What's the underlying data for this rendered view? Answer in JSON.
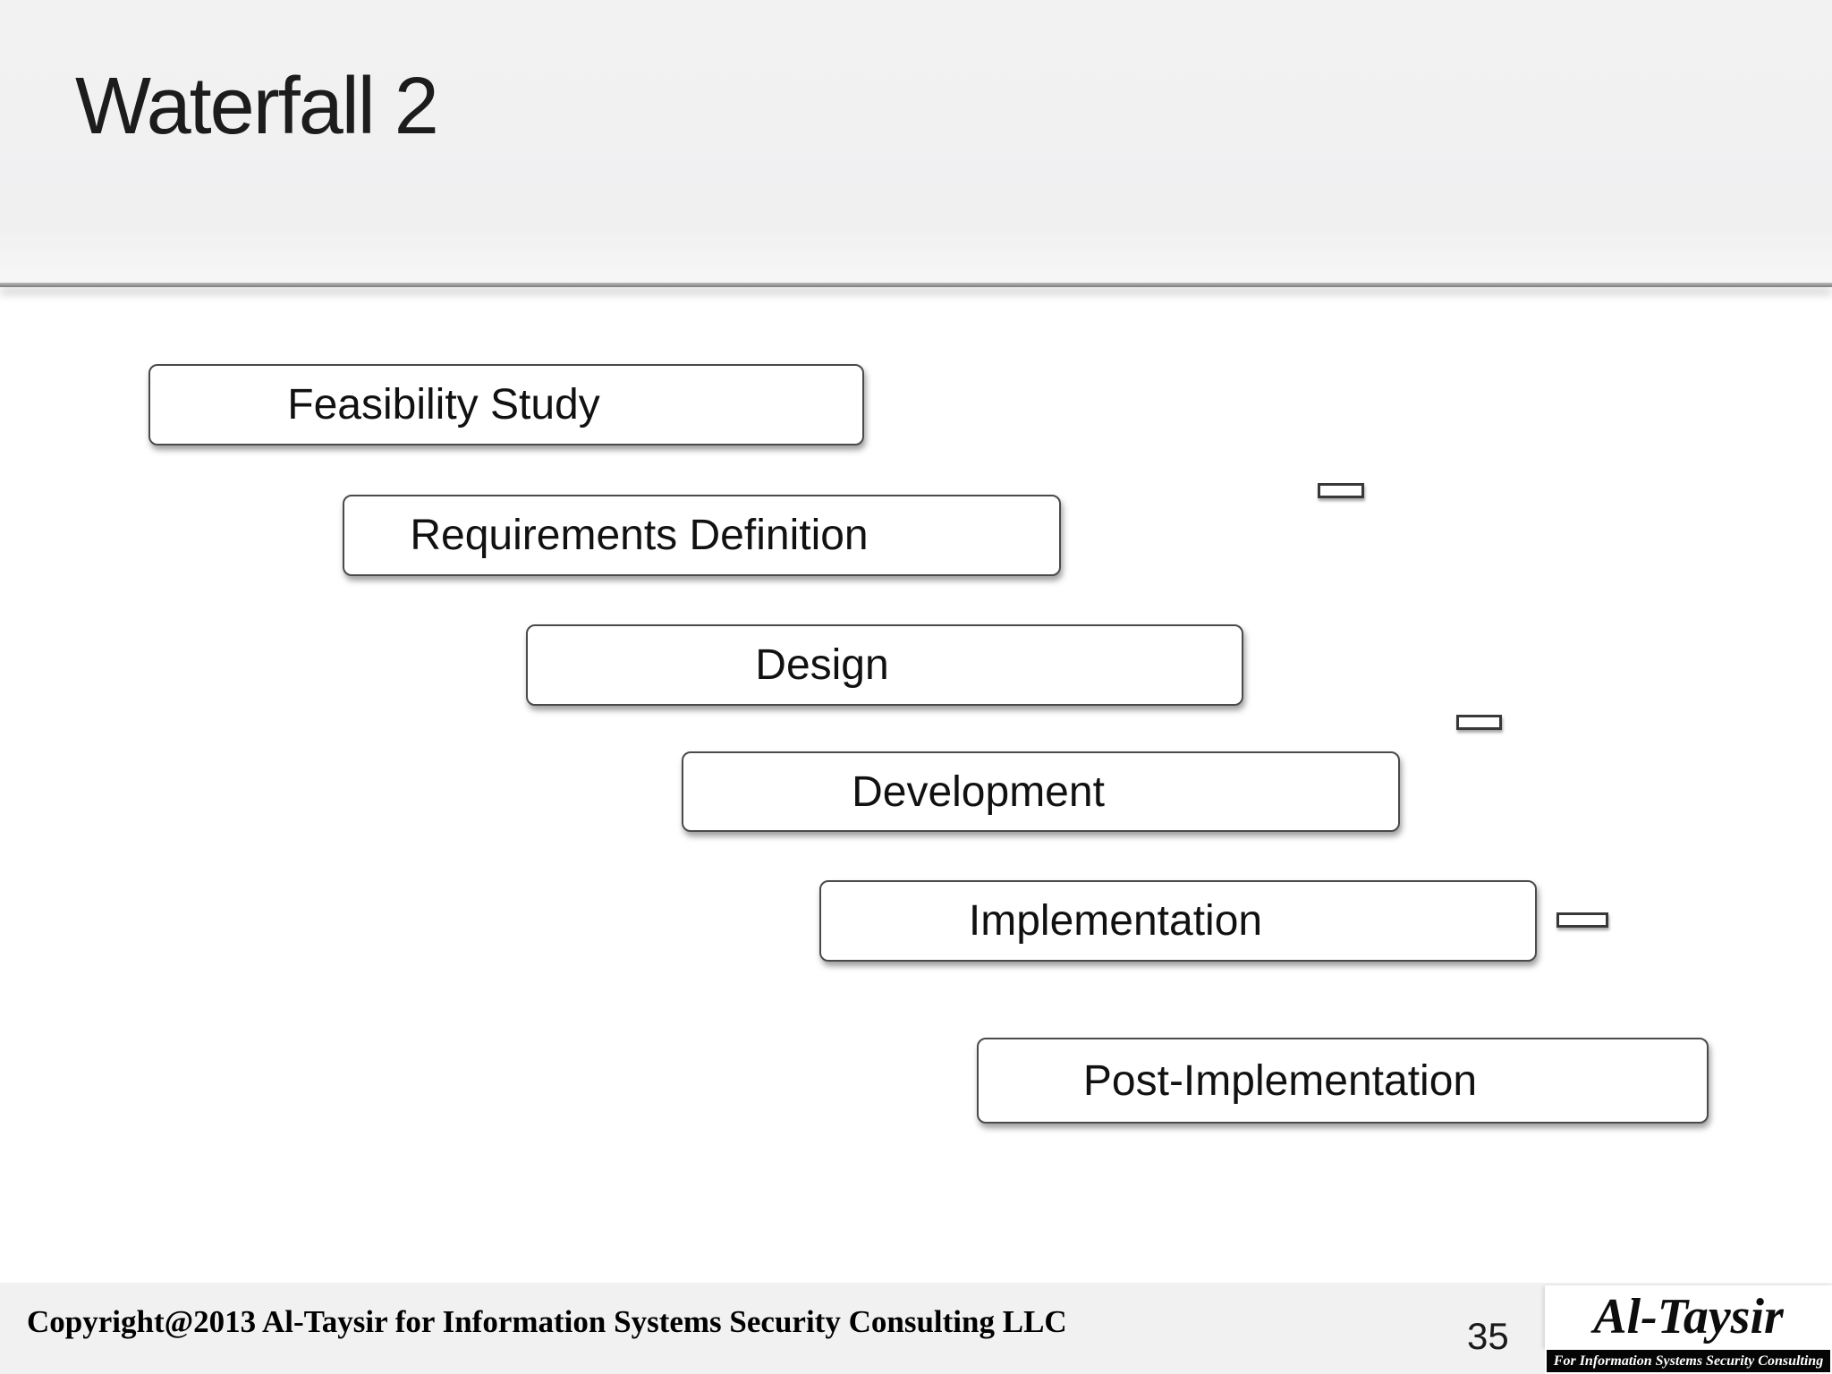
{
  "slide": {
    "title": "Waterfall 2",
    "page_number": "35"
  },
  "phases": [
    {
      "label": "Feasibility Study"
    },
    {
      "label": "Requirements Definition"
    },
    {
      "label": "Design"
    },
    {
      "label": "Development"
    },
    {
      "label": "Implementation"
    },
    {
      "label": "Post-Implementation"
    }
  ],
  "footer": {
    "copyright": "Copyright@2013 Al-Taysir for Information Systems Security Consulting  LLC",
    "logo": {
      "name": "Al-Taysir",
      "tagline": "For Information Systems Security Consulting"
    }
  },
  "colors": {
    "header_bg": "#f1f1f2",
    "divider": "#8a8a8a",
    "box_fill": "#ffffff",
    "box_border": "#4a4a4a",
    "box_text": "#111111",
    "footer_bg": "#f1f1f2",
    "logo_bar_bg": "#050505",
    "logo_bar_text": "#ffffff"
  }
}
